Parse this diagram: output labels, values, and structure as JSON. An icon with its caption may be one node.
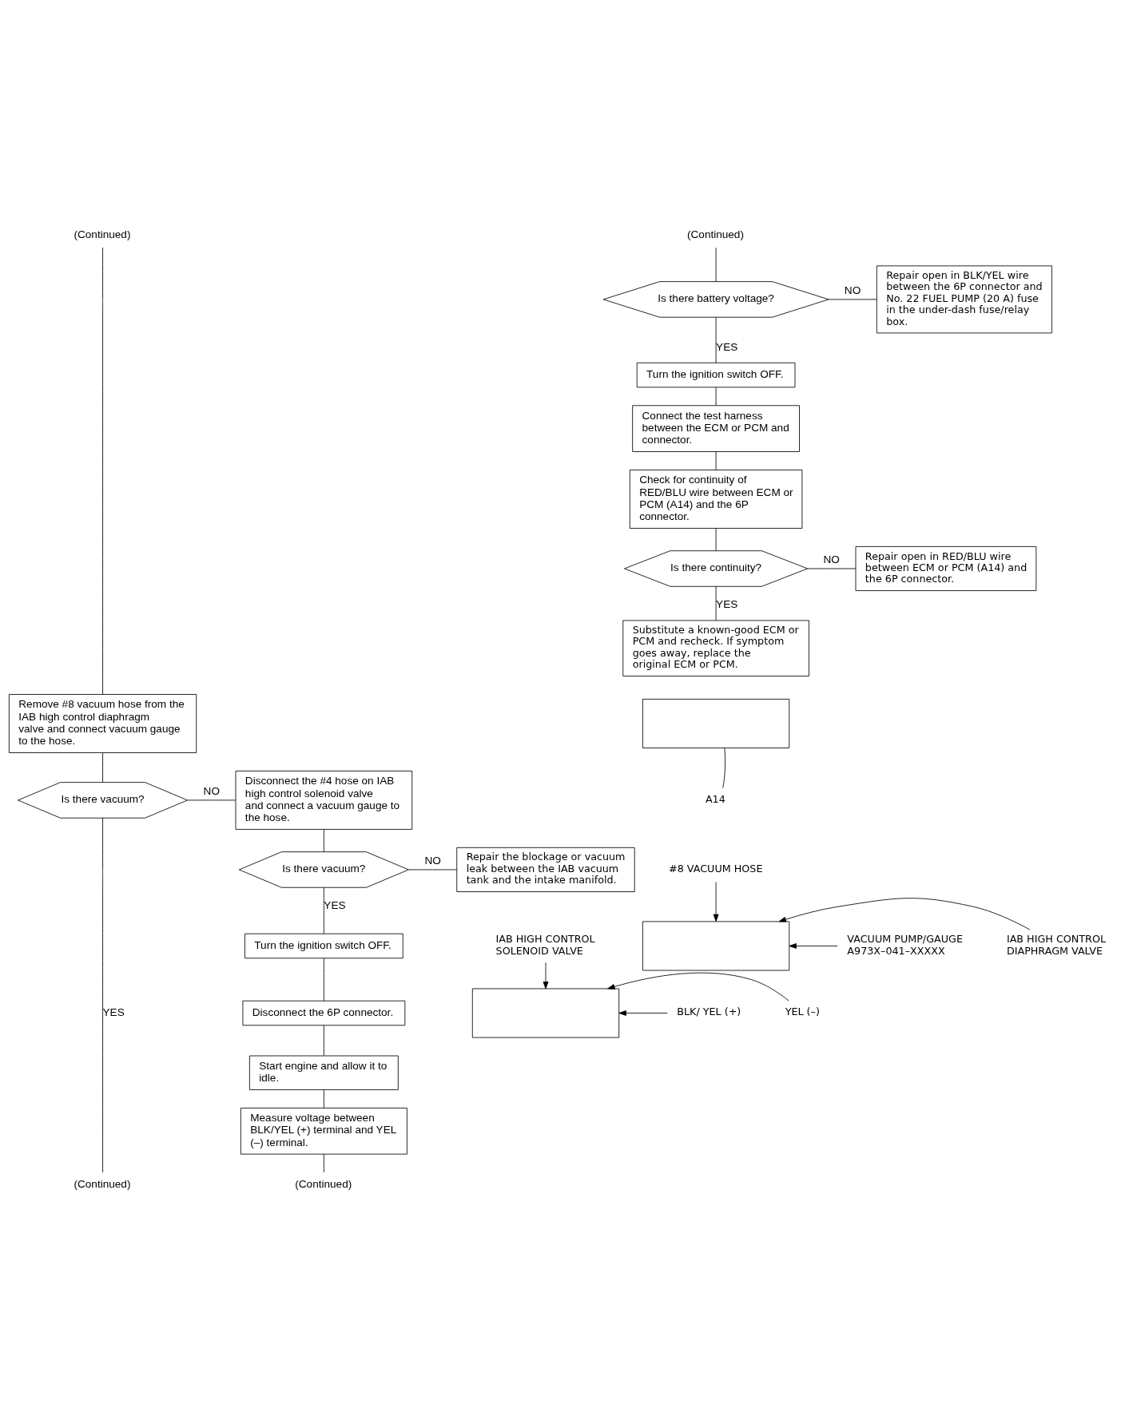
{
  "diagram": {
    "nodes": [
      {
        "text": [
          "(Continued)"
        ]
      },
      {
        "text": [
          "(Continued)"
        ]
      },
      {
        "text": [
          "Is there battery voltage?"
        ]
      },
      {
        "text": [
          "Repair open in BLK/YEL wire between the 6P connector and No. 22 FUEL PUMP (20 A) fuse in the under-dash fuse/relay box."
        ]
      },
      {
        "text": [
          "Turn the ignition switch OFF."
        ]
      },
      {
        "text": [
          "Connect the test harness between the ECM or PCM and connector."
        ]
      },
      {
        "text": [
          "Check for continuity of RED/BLU wire between ECM or PCM (A14) and the 6P connector."
        ]
      },
      {
        "text": [
          "Is there continuity?"
        ]
      },
      {
        "text": [
          "Repair open in RED/BLU wire between ECM or PCM (A14) and the 6P connector."
        ]
      },
      {
        "text": [
          "Substitute a known-good ECM or PCM and recheck. If symptom goes away, replace the original ECM or PCM."
        ]
      },
      {
        "text": [],
        "shape": "box"
      },
      {
        "text": [
          "A14"
        ]
      },
      {
        "text": [
          "Remove #8 vacuum hose from the IAB high control diaphragm valve and connect vacuum gauge to the hose."
        ]
      },
      {
        "text": [
          "Is there vacuum?"
        ]
      },
      {
        "text": [
          "Disconnect the #4 hose on IAB high control solenoid valve and connect a vacuum gauge to the hose."
        ]
      },
      {
        "text": [
          "Is there vacuum?"
        ]
      },
      {
        "text": [
          "Repair the blockage or vacuum leak between the IAB vacuum tank and the intake manifold."
        ]
      },
      {
        "text": [
          "Turn the ignition switch OFF."
        ]
      },
      {
        "text": [
          "Disconnect the 6P connector."
        ]
      },
      {
        "text": [
          "Start engine and allow it to idle."
        ]
      },
      {
        "text": [
          "Measure voltage between BLK/YEL (+) terminal and YEL (–) terminal."
        ]
      },
      {
        "text": [
          "(Continued)"
        ]
      },
      {
        "text": [
          "(Continued)"
        ]
      },
      {
        "text": [],
        "shape": "box"
      },
      {
        "text": [
          "#8 VACUUM HOSE"
        ]
      },
      {
        "text": [
          "VACUUM PUMP/GAUGE A973X–041–XXXXX"
        ]
      },
      {
        "text": [
          "IAB HIGH CONTROL DIAPHRAGM VALVE"
        ]
      },
      {
        "text": [],
        "shape": "box"
      },
      {
        "text": [
          "IAB HIGH CONTROL SOLENOID VALVE"
        ]
      },
      {
        "text": [
          "BLK/ YEL (+)"
        ]
      },
      {
        "text": [
          "YEL (–)"
        ]
      }
    ],
    "edges": [
      {
        "from": 1,
        "to": 2,
        "arrow": "none"
      },
      {
        "from": 2,
        "to": 3,
        "label": "NO",
        "arrow": "none"
      },
      {
        "from": 2,
        "to": 4,
        "label": "YES",
        "arrow": "none"
      },
      {
        "from": 4,
        "to": 5,
        "arrow": "none"
      },
      {
        "from": 5,
        "to": 6,
        "arrow": "none"
      },
      {
        "from": 6,
        "to": 7,
        "arrow": "none"
      },
      {
        "from": 7,
        "to": 8,
        "label": "NO",
        "arrow": "none"
      },
      {
        "from": 7,
        "to": 9,
        "label": "YES",
        "arrow": "none"
      },
      {
        "from": 11,
        "to": 10,
        "arrow": "none"
      },
      {
        "from": 0,
        "to": 12,
        "arrow": "none"
      },
      {
        "from": 12,
        "to": 13,
        "arrow": "none"
      },
      {
        "from": 13,
        "to": 14,
        "label": "NO",
        "arrow": "none"
      },
      {
        "from": 13,
        "to": 21,
        "label": "YES",
        "arrow": "none"
      },
      {
        "from": 14,
        "to": 15,
        "arrow": "none"
      },
      {
        "from": 15,
        "to": 16,
        "label": "NO",
        "arrow": "none"
      },
      {
        "from": 15,
        "to": 17,
        "label": "YES",
        "arrow": "none"
      },
      {
        "from": 17,
        "to": 18,
        "arrow": "none"
      },
      {
        "from": 18,
        "to": 19,
        "arrow": "none"
      },
      {
        "from": 19,
        "to": 20,
        "arrow": "none"
      },
      {
        "from": 20,
        "to": 22,
        "arrow": "none"
      },
      {
        "from": 24,
        "to": 23,
        "arrow": "to"
      },
      {
        "from": 25,
        "to": 23,
        "arrow": "to"
      },
      {
        "from": 26,
        "to": 23,
        "arrow": "to"
      },
      {
        "from": 28,
        "to": 27,
        "arrow": "to"
      },
      {
        "from": 29,
        "to": 27,
        "arrow": "to"
      },
      {
        "from": 30,
        "to": 27,
        "arrow": "to"
      }
    ]
  }
}
